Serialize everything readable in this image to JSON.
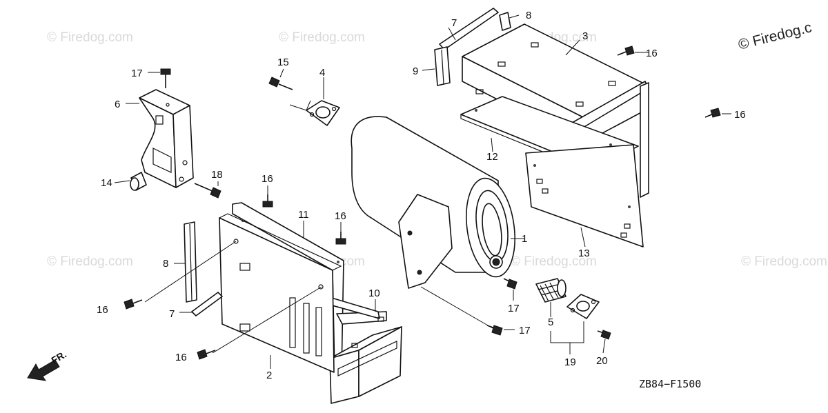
{
  "watermark": "© Firedog.com",
  "corner_watermark": "© Firedog.c",
  "diagram_code": "ZB84−F1500",
  "front_indicator": "FR.",
  "callouts": {
    "c1": "1",
    "c2": "2",
    "c3": "3",
    "c4": "4",
    "c5": "5",
    "c6": "6",
    "c7a": "7",
    "c7b": "7",
    "c8a": "8",
    "c8b": "8",
    "c9": "9",
    "c10": "10",
    "c11": "11",
    "c12": "12",
    "c13": "13",
    "c14": "14",
    "c15": "15",
    "c16a": "16",
    "c16b": "16",
    "c16c": "16",
    "c16d": "16",
    "c16e": "16",
    "c16f": "16",
    "c17a": "17",
    "c17b": "17",
    "c17c": "17",
    "c18": "18",
    "c19": "19",
    "c20": "20"
  }
}
